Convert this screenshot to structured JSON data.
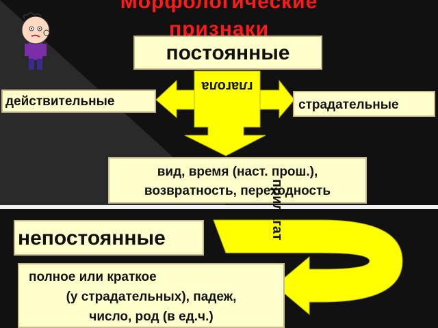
{
  "title": {
    "line1": "Морфологические",
    "line2": "признаки"
  },
  "boxes": {
    "postoyannye": "постоянные",
    "deystvitelnye": "действительные",
    "stradatelnye": "страдательные",
    "vid_line1": "вид, время (наст. прош.),",
    "vid_line2": "возвратность, переходность",
    "nepostoyannye": "непостоянные",
    "polnoe_line1": "полное или краткое",
    "polnoe_line2": "(у страдательных), падеж,",
    "polnoe_line3": "число, род (в ед.ч.)"
  },
  "arrow_labels": {
    "glagola": "глагола",
    "prilag": "прилагат"
  },
  "colors": {
    "box_fill": "#ffffcc",
    "arrow_yellow": "#ffff00",
    "title_red": "#ff1a1a",
    "background": "#141414"
  },
  "icons": {
    "character": "thinking-boy-icon"
  }
}
